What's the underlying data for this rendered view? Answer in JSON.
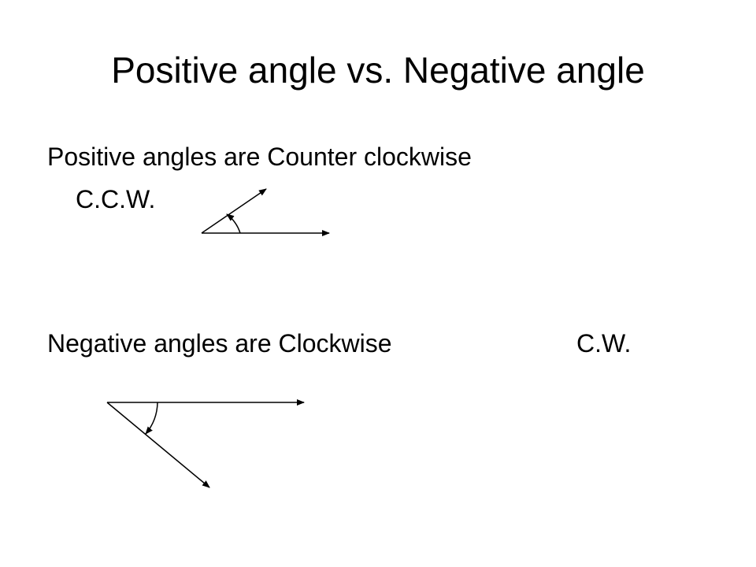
{
  "slide": {
    "title": "Positive angle vs. Negative angle",
    "positive": {
      "line1": "Positive angles are Counter clockwise",
      "line2": "C.C.W."
    },
    "negative": {
      "text": "Negative angles are Clockwise",
      "abbr": "C.W."
    }
  },
  "colors": {
    "ink": "#000000",
    "background": "#ffffff"
  }
}
